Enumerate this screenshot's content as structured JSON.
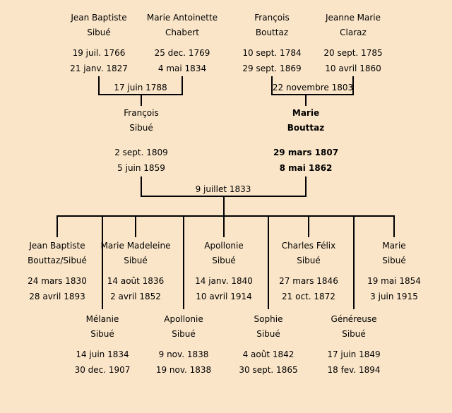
{
  "colors": {
    "background": "#fae5c8",
    "line": "#000000",
    "text": "#000000"
  },
  "gen1": {
    "husband1": {
      "name_line1": "Jean Baptiste",
      "name_line2": "Sibué",
      "birth": "19 juil. 1766",
      "death": "21 janv. 1827"
    },
    "wife1": {
      "name_line1": "Marie Antoinette",
      "name_line2": "Chabert",
      "birth": "25 dec. 1769",
      "death": "4 mai 1834"
    },
    "husband2": {
      "name_line1": "François",
      "name_line2": "Bouttaz",
      "birth": "10 sept. 1784",
      "death": "29 sept. 1869"
    },
    "wife2": {
      "name_line1": "Jeanne Marie",
      "name_line2": "Claraz",
      "birth": "20 sept. 1785",
      "death": "10 avril 1860"
    },
    "marriage1": "17 juin 1788",
    "marriage2": "22 novembre 1803"
  },
  "gen2": {
    "father": {
      "name_line1": "François",
      "name_line2": "Sibué",
      "birth": "2 sept. 1809",
      "death": "5 juin 1859"
    },
    "mother": {
      "name_line1": "Marie",
      "name_line2": "Bouttaz",
      "birth": "29 mars 1807",
      "death": "8 mai 1862"
    },
    "marriage": "9 juillet 1833"
  },
  "gen3": {
    "row1": [
      {
        "name_line1": "Jean Baptiste",
        "name_line2": "Bouttaz/Sibué",
        "birth": "24 mars 1830",
        "death": "28 avril 1893"
      },
      {
        "name_line1": "Marie Madeleine",
        "name_line2": "Sibué",
        "birth": "14 août 1836",
        "death": "2 avril 1852"
      },
      {
        "name_line1": "Apollonie",
        "name_line2": "Sibué",
        "birth": "14 janv. 1840",
        "death": "10 avril 1914"
      },
      {
        "name_line1": "Charles Félix",
        "name_line2": "Sibué",
        "birth": "27 mars 1846",
        "death": "21 oct. 1872"
      },
      {
        "name_line1": "Marie",
        "name_line2": "Sibué",
        "birth": "19 mai 1854",
        "death": "3 juin 1915"
      }
    ],
    "row2": [
      {
        "name_line1": "Mélanie",
        "name_line2": "Sibué",
        "birth": "14 juin 1834",
        "death": "30 dec. 1907"
      },
      {
        "name_line1": "Apollonie",
        "name_line2": "Sibué",
        "birth": "9 nov. 1838",
        "death": "19 nov. 1838"
      },
      {
        "name_line1": "Sophie",
        "name_line2": "Sibué",
        "birth": "4 août 1842",
        "death": "30 sept. 1865"
      },
      {
        "name_line1": "Généreuse",
        "name_line2": "Sibué",
        "birth": "17 juin 1849",
        "death": "18 fev. 1894"
      }
    ]
  }
}
